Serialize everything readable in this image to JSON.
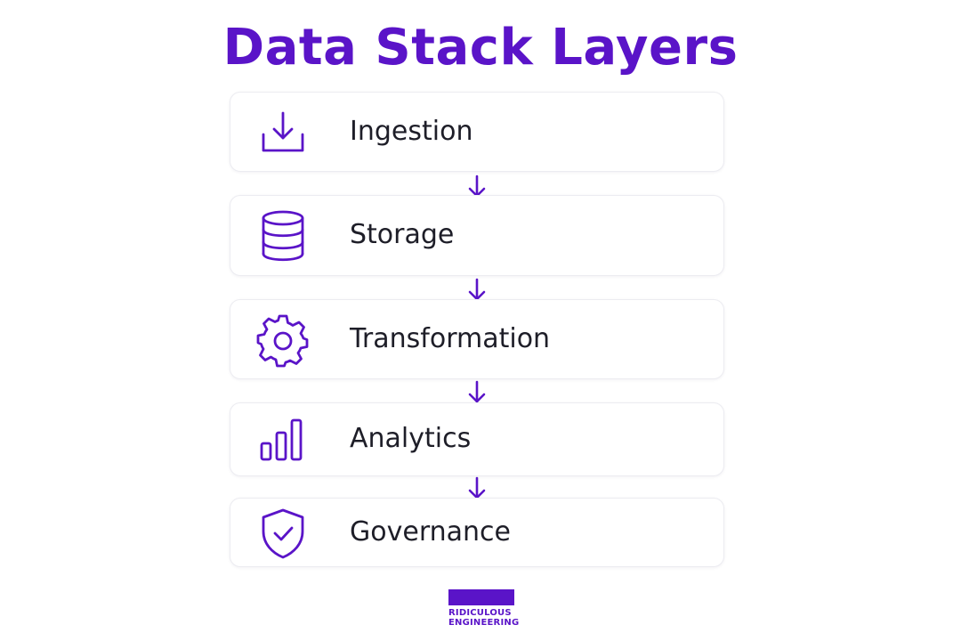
{
  "title": "Data Stack Layers",
  "accent_color": "#5a14c8",
  "layers": [
    {
      "label": "Ingestion",
      "icon": "download-icon"
    },
    {
      "label": "Storage",
      "icon": "database-icon"
    },
    {
      "label": "Transformation",
      "icon": "gear-icon"
    },
    {
      "label": "Analytics",
      "icon": "bar-chart-icon"
    },
    {
      "label": "Governance",
      "icon": "shield-check-icon"
    }
  ],
  "logo": {
    "line1": "RIDICULOUS",
    "line2": "ENGINEERING"
  }
}
